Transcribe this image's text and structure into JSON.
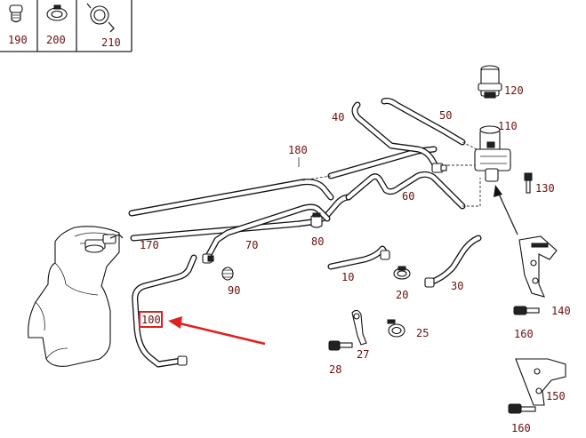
{
  "legend_parts": [
    "190",
    "200",
    "210"
  ],
  "callouts": {
    "p10": "10",
    "p20": "20",
    "p25": "25",
    "p27": "27",
    "p28": "28",
    "p30": "30",
    "p40": "40",
    "p50": "50",
    "p60": "60",
    "p70": "70",
    "p80": "80",
    "p90": "90",
    "p100": "100",
    "p110": "110",
    "p120": "120",
    "p130": "130",
    "p140": "140",
    "p150": "150",
    "p160a": "160",
    "p160b": "160",
    "p170": "170",
    "p180": "180"
  },
  "highlight": {
    "label": "100",
    "color": "#e02020"
  }
}
